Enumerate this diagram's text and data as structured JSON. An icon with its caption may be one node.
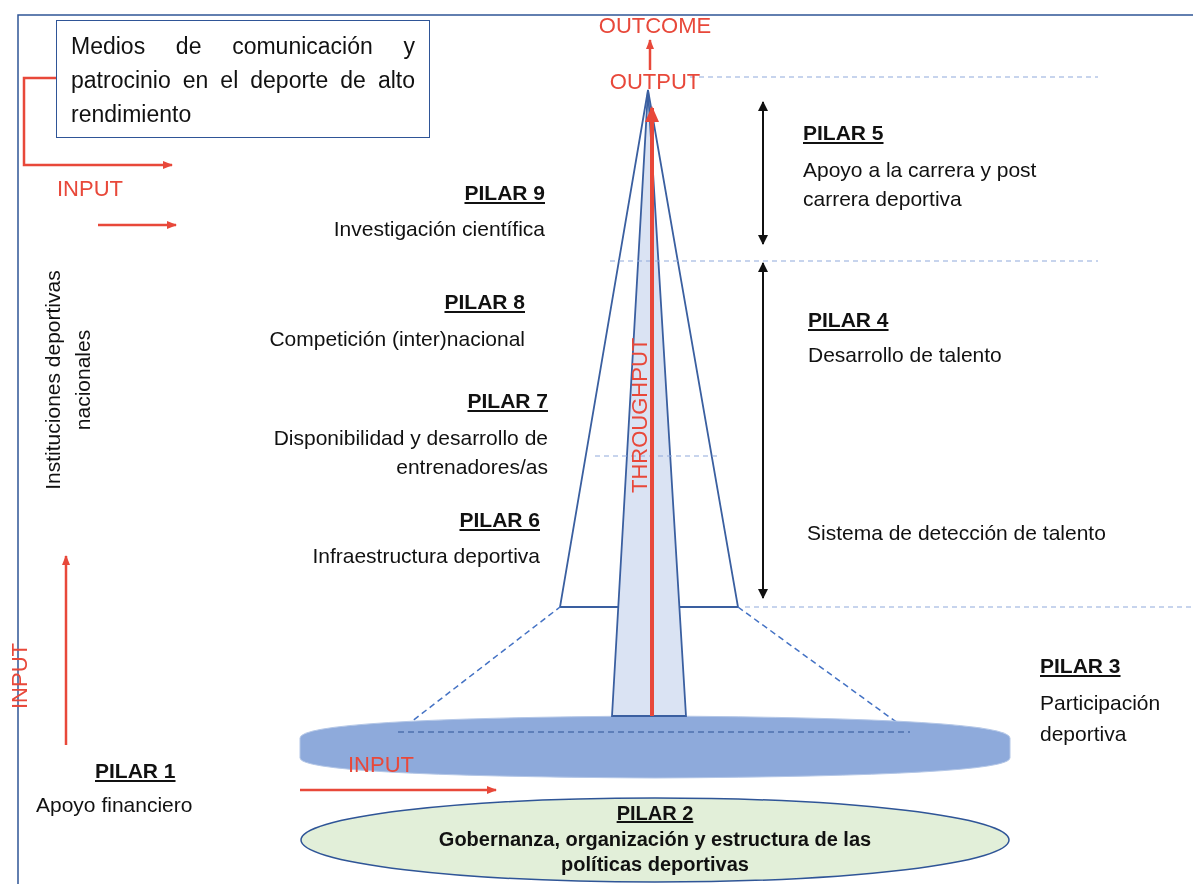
{
  "diagram": {
    "nodes": [
      {
        "text": [
          "Medios de comunicación y patrocinio en el deporte de alto rendimiento"
        ]
      },
      {
        "text": [
          "OUTCOME"
        ]
      },
      {
        "text": [
          "OUTPUT"
        ]
      },
      {
        "text": [
          "PILAR 2",
          "Gobernanza, organización y estructura de las políticas deportivas"
        ]
      }
    ],
    "edges": [
      {
        "from": 0,
        "to": null,
        "arrow": "to"
      },
      {
        "from": 2,
        "to": 1,
        "arrow": "to"
      }
    ],
    "labels": [
      "INPUT",
      "PILAR 9",
      "Investigación científica",
      "PILAR 8",
      "Competición (inter)nacional",
      "PILAR 7",
      "Disponibilidad y desarrollo de entrenadores/as",
      "PILAR 6",
      "Infraestructura deportiva",
      "PILAR 5",
      "Apoyo a la carrera y post carrera deportiva",
      "PILAR 4",
      "Desarrollo de talento",
      "Sistema de detección de talento",
      "THROUGHPUT",
      "Instituciones deportivas nacionales",
      "INPUT",
      "PILAR 3",
      "Participación deportiva",
      "PILAR 1",
      "Apoyo financiero",
      "INPUT"
    ]
  }
}
